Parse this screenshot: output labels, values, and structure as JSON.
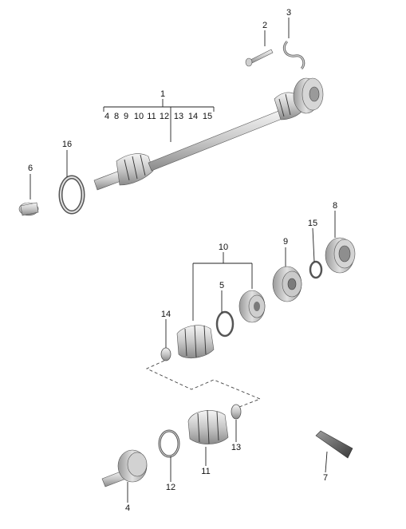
{
  "callouts": {
    "c1": "1",
    "c2": "2",
    "c3": "3",
    "c4": "4",
    "c5": "5",
    "c6": "6",
    "c7": "7",
    "c8": "8",
    "c9": "9",
    "c10": "10",
    "c11": "11",
    "c12": "12",
    "c13": "13",
    "c14": "14",
    "c15": "15",
    "c16": "16"
  },
  "bracket_1_items": [
    "4",
    "8",
    "9",
    "10",
    "11",
    "12",
    "13",
    "14",
    "15"
  ],
  "colors": {
    "metal_light": "#e6e6e6",
    "metal_mid": "#b5b5b5",
    "metal_dark": "#6e6e6e",
    "line": "#222222"
  }
}
